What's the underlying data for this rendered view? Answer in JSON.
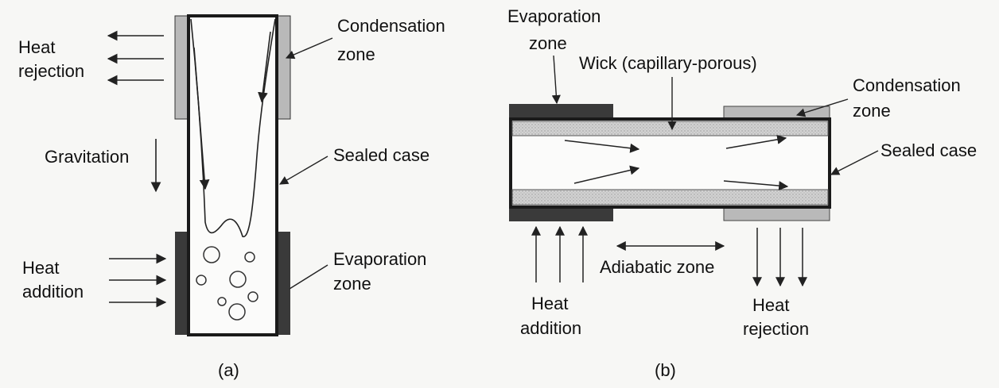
{
  "panel_a": {
    "caption": "(a)",
    "labels": {
      "heat_rejection": [
        "Heat",
        "rejection"
      ],
      "condensation_zone": [
        "Condensation",
        "zone"
      ],
      "gravitation": "Gravitation",
      "sealed_case": "Sealed case",
      "heat_addition": [
        "Heat",
        "addition"
      ],
      "evaporation_zone": [
        "Evaporation",
        "zone"
      ]
    }
  },
  "panel_b": {
    "caption": "(b)",
    "labels": {
      "evaporation_zone": [
        "Evaporation",
        "zone"
      ],
      "wick": "Wick (capillary-porous)",
      "condensation_zone": [
        "Condensation",
        "zone"
      ],
      "sealed_case": "Sealed case",
      "adiabatic_zone": "Adiabatic zone",
      "heat_addition": [
        "Heat",
        "addition"
      ],
      "heat_rejection": [
        "Heat",
        "rejection"
      ]
    }
  },
  "colors": {
    "case_outline": "#1a1a1a",
    "condensation_block": "#b9b9b9",
    "evaporation_block": "#3a3a3a",
    "wick_fill": "#cfcfcf",
    "line": "#222222"
  }
}
